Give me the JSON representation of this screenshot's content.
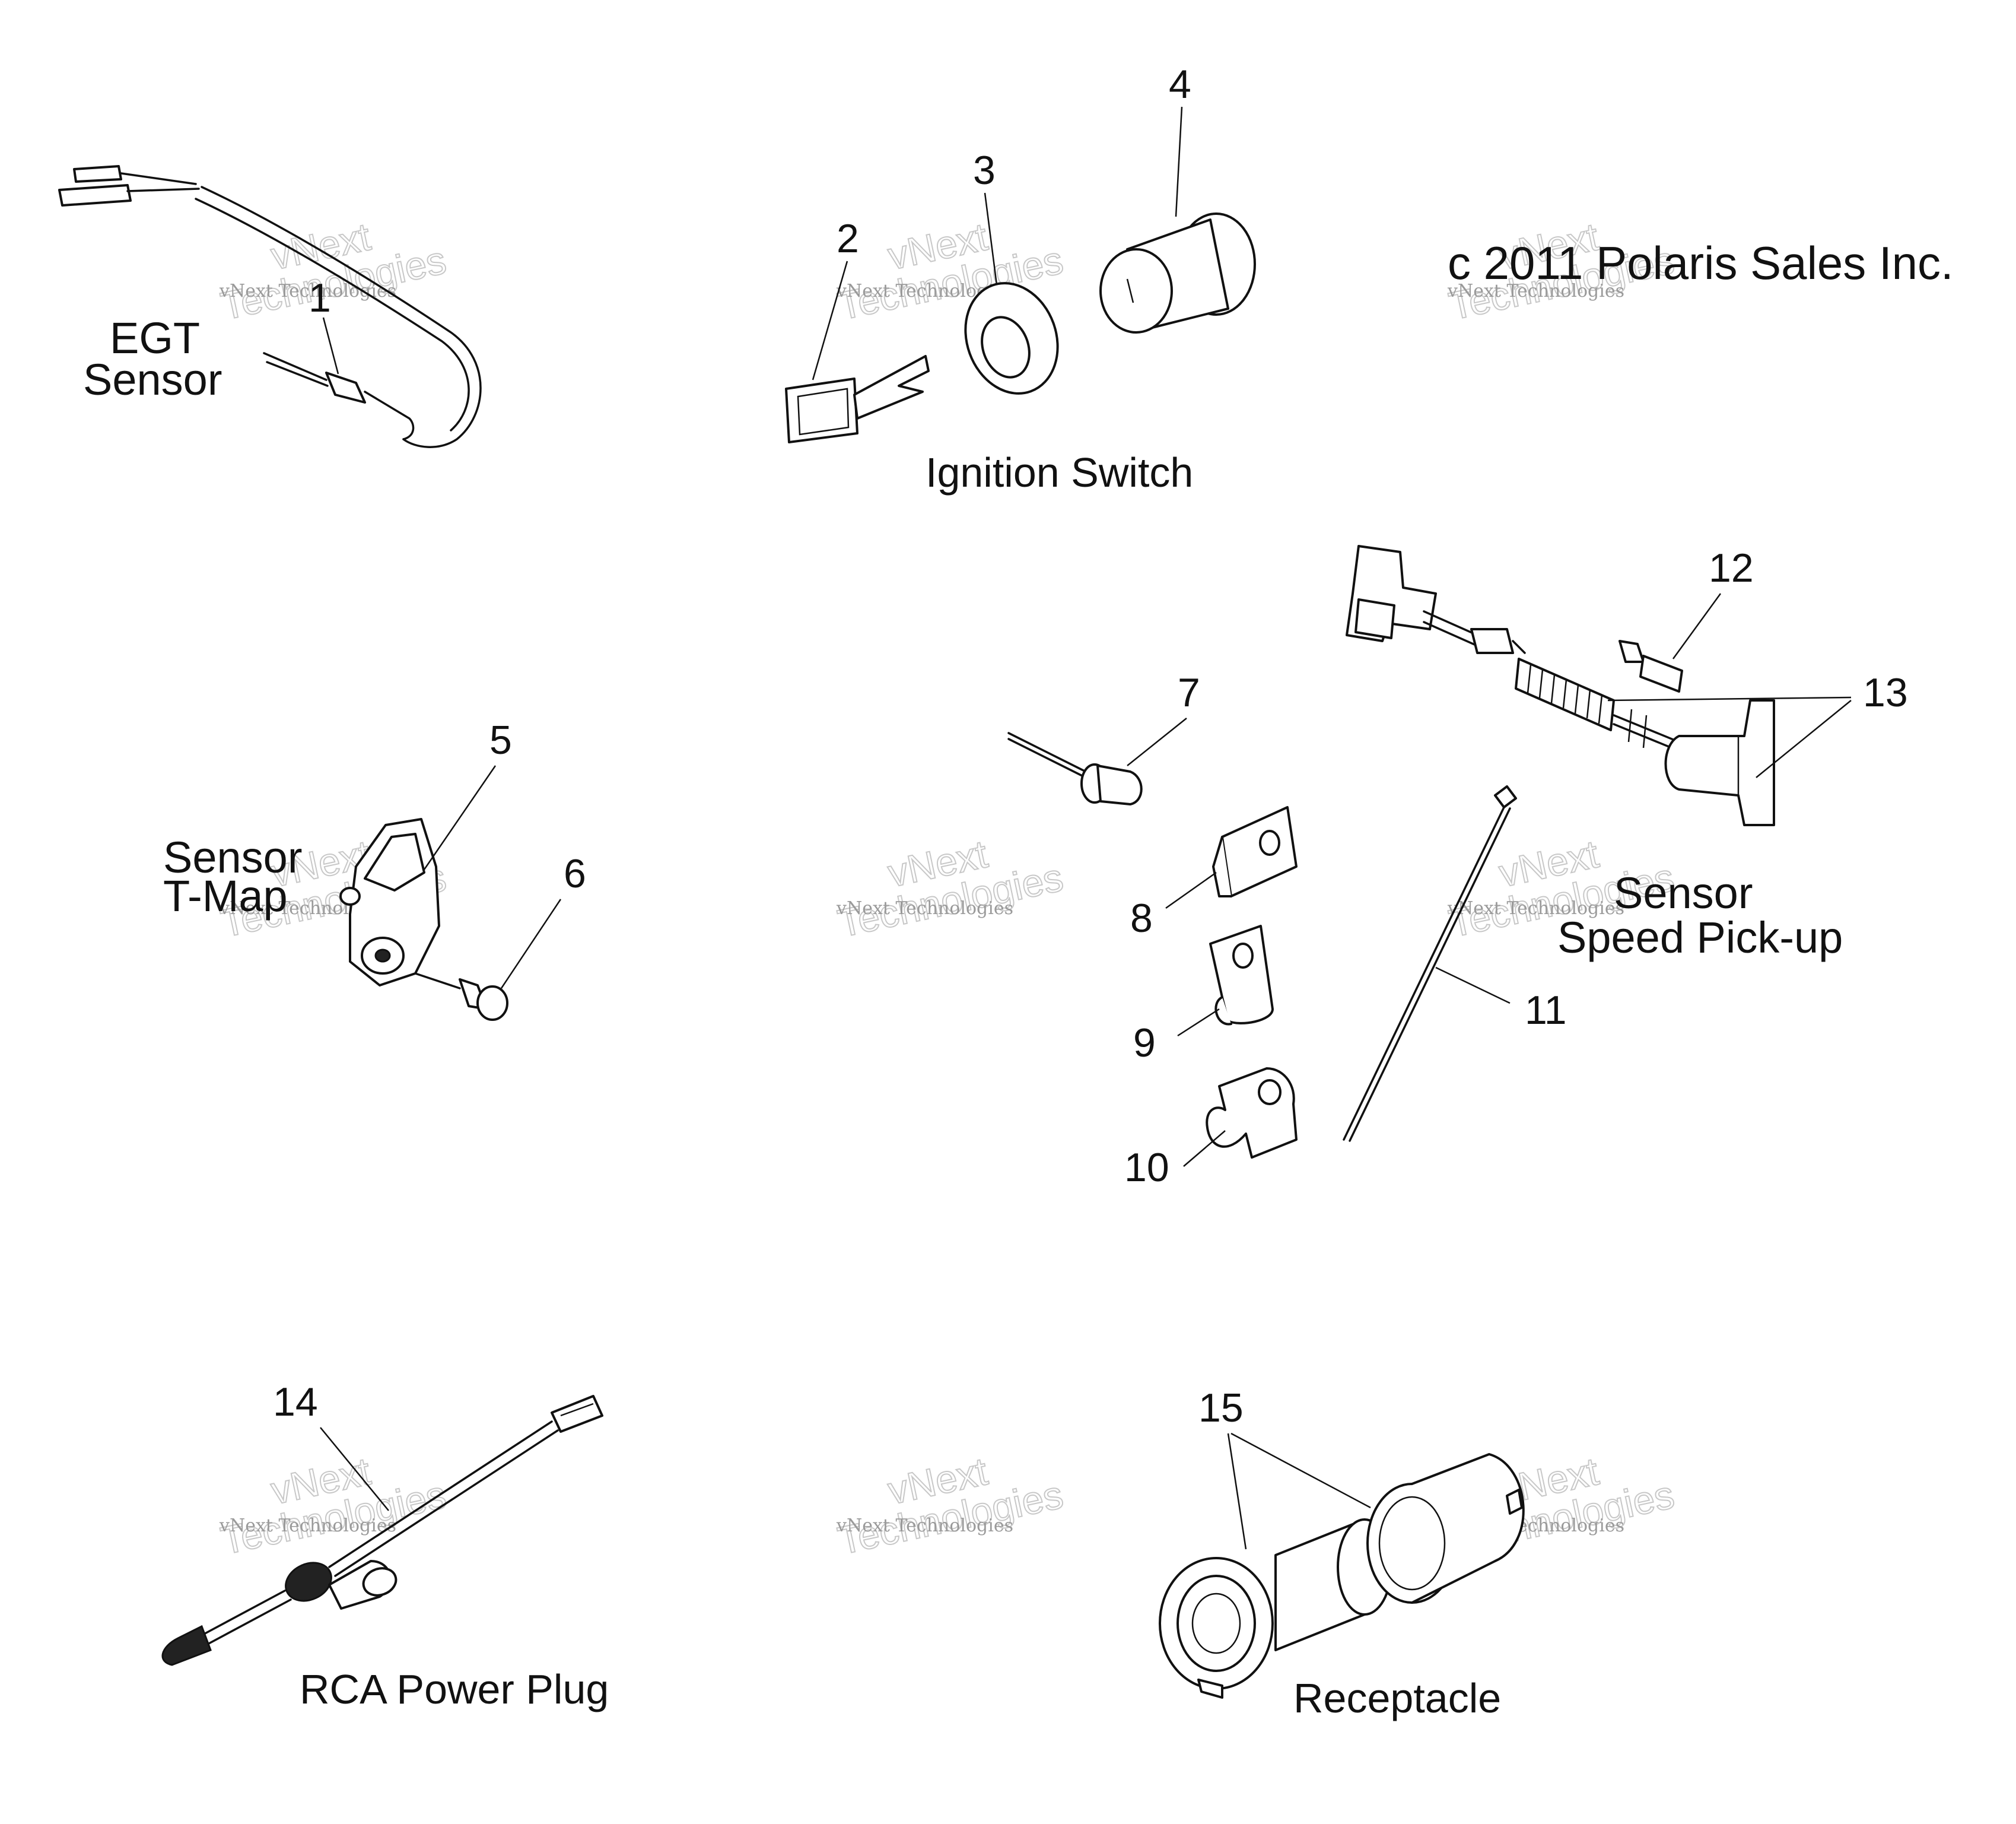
{
  "copyright": "c 2011 Polaris Sales Inc.",
  "groups": {
    "egt_sensor": {
      "line1": "EGT",
      "line2": "Sensor"
    },
    "ignition_switch": "Ignition Switch",
    "sensor_tmap": {
      "line1": "Sensor",
      "line2": "T-Map"
    },
    "speed_pickup": {
      "line1": "Sensor",
      "line2": "Speed Pick-up"
    },
    "rca_power_plug": "RCA Power Plug",
    "receptacle": "Receptacle"
  },
  "callouts": {
    "c1": "1",
    "c2": "2",
    "c3": "3",
    "c4": "4",
    "c5": "5",
    "c6": "6",
    "c7": "7",
    "c8": "8",
    "c9": "9",
    "c10": "10",
    "c11": "11",
    "c12": "12",
    "c13": "13",
    "c14": "14",
    "c15": "15"
  },
  "watermark": {
    "line1": "vNext Technologies",
    "line2": "vNext",
    "line3": "Technologies"
  }
}
